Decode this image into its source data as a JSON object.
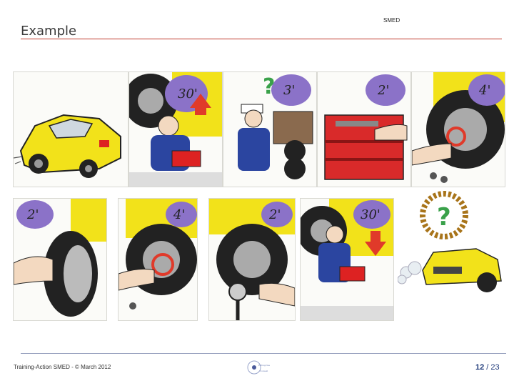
{
  "slide": {
    "title": "Example",
    "header_tag": "SMED"
  },
  "footer": {
    "training_line": "Training-Action SMED - © March 2012",
    "page_current": "12",
    "page_separator": " / ",
    "page_total": "23",
    "logo_text": [
      "Entreprise",
      "Conseil"
    ]
  },
  "panels": [
    {
      "id": "car-arriving",
      "time": ""
    },
    {
      "id": "jack-up",
      "time": "30'"
    },
    {
      "id": "searching-tools",
      "time": "3'"
    },
    {
      "id": "tool-chest",
      "time": "2'"
    },
    {
      "id": "unbolting-wheel",
      "time": "4'"
    },
    {
      "id": "changing-tire",
      "time": "2'"
    },
    {
      "id": "tightening-bolts",
      "time": "4'"
    },
    {
      "id": "pumping-tire",
      "time": "2'"
    },
    {
      "id": "lowering-jack",
      "time": "30'"
    },
    {
      "id": "car-leaving",
      "time": ""
    }
  ],
  "colors": {
    "accent_rule": "#c0392b",
    "car_yellow": "#f2e21a",
    "time_badge": "#8b72c8",
    "arrow_red": "#e03a2a"
  }
}
